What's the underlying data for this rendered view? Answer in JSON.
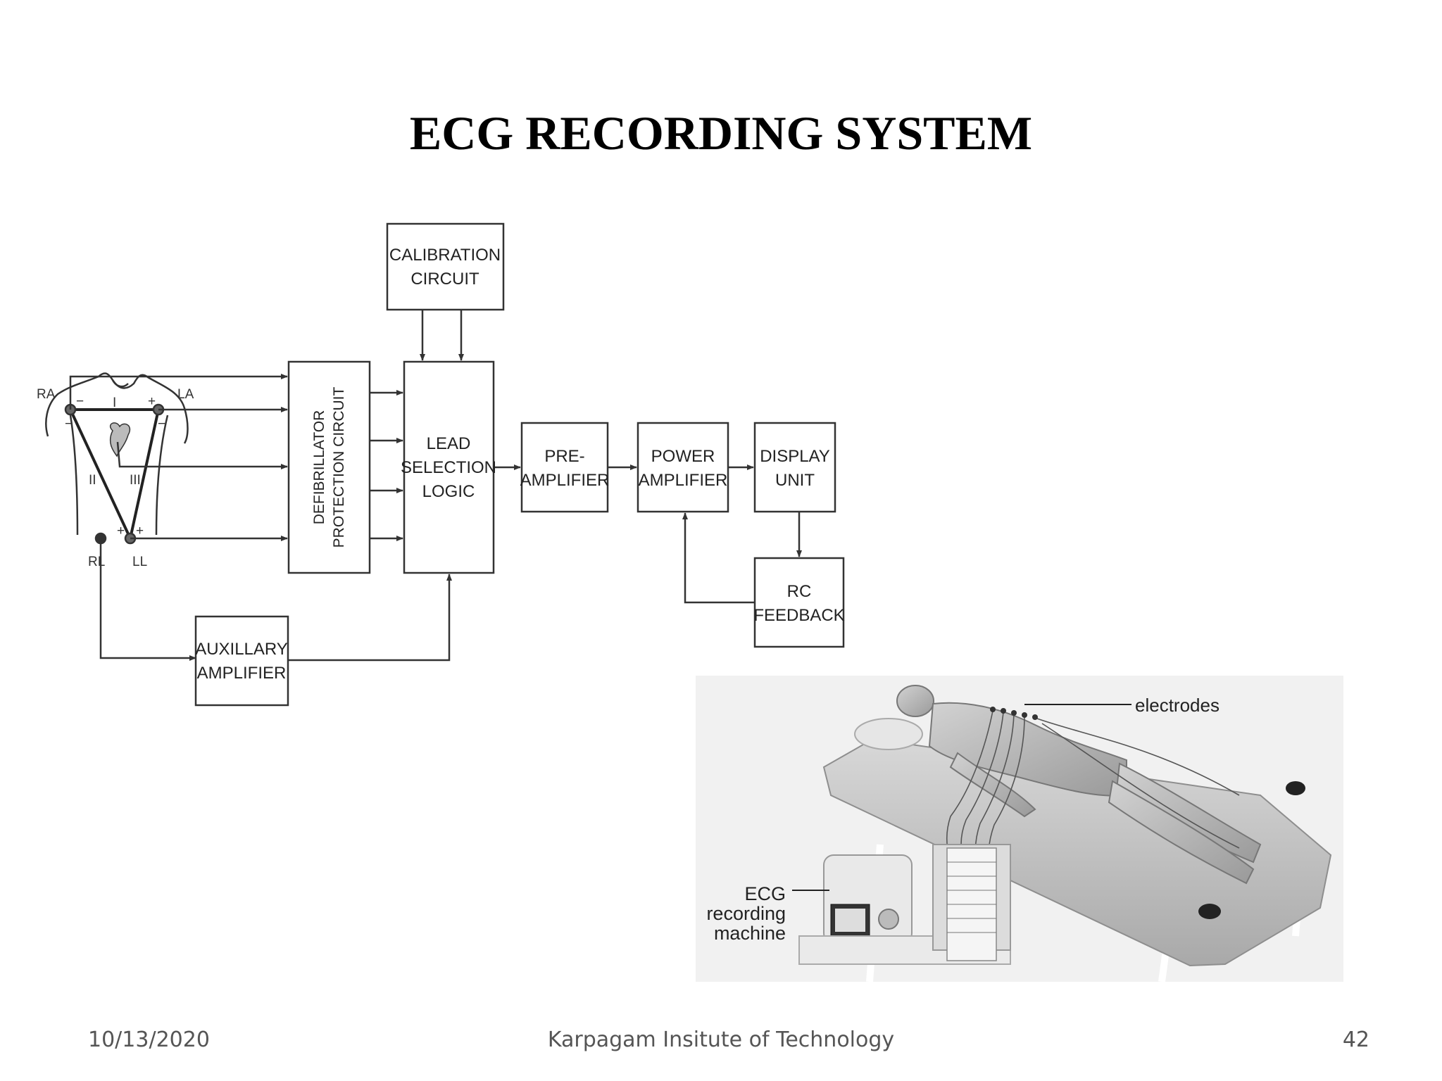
{
  "slide": {
    "title": "ECG RECORDING SYSTEM",
    "footer_date": "10/13/2020",
    "footer_org": "Karpagam Insitute of Technology",
    "page_number": "42"
  },
  "diagram": {
    "electrodes": {
      "ra": "RA",
      "la": "LA",
      "rl": "RL",
      "ll": "LL"
    },
    "leads": {
      "lead1": "I",
      "lead2": "II",
      "lead3": "III"
    },
    "polarity": {
      "plus": "+",
      "minus": "−"
    },
    "blocks": {
      "calibration": [
        "CALIBRATION",
        "CIRCUIT"
      ],
      "defibrillator": [
        "DEFIBRILLATOR",
        "PROTECTION CIRCUIT"
      ],
      "lead_selection": [
        "LEAD",
        "SELECTION",
        "LOGIC"
      ],
      "pre_amplifier": [
        "PRE-",
        "AMPLIFIER"
      ],
      "power_amplifier": [
        "POWER",
        "AMPLIFIER"
      ],
      "display_unit": [
        "DISPLAY",
        "UNIT"
      ],
      "rc_feedback": [
        "RC",
        "FEEDBACK"
      ],
      "auxillary_amplifier": [
        "AUXILLARY",
        "AMPLIFIER"
      ]
    }
  },
  "illustration": {
    "electrodes_label": "electrodes",
    "machine_label": [
      "ECG",
      "recording",
      "machine"
    ]
  }
}
